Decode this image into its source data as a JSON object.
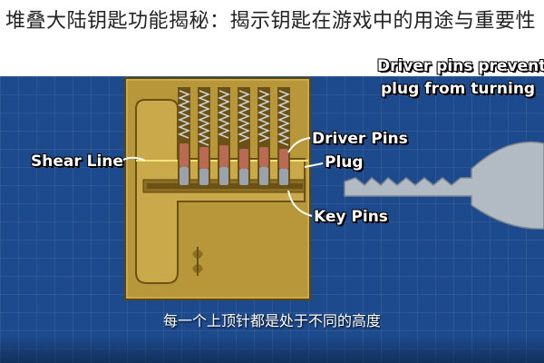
{
  "page_title": "堆叠大陆钥匙功能揭秘：揭示钥匙在游戏中的用途与重要性",
  "video": {
    "top_caption_line1": "Driver pins prevent",
    "top_caption_line2": "plug from turning",
    "labels": {
      "shear_line": "Shear Line",
      "driver_pins": "Driver Pins",
      "plug": "Plug",
      "key_pins": "Key Pins"
    },
    "subtitle": "每一个上顶针都是处于不同的高度"
  },
  "colors": {
    "background_blue": "#1d4a8c",
    "brass": "#b8973a",
    "brass_dark": "#8c6e22",
    "driver_pin": "#b86a55",
    "key_pin": "#9aa3ad",
    "shear_line": "#f3e27a"
  }
}
